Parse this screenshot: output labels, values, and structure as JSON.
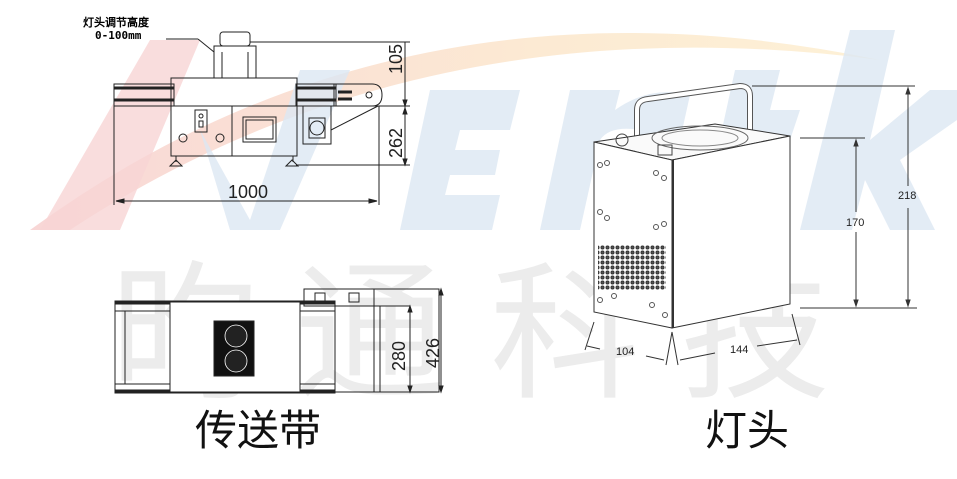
{
  "watermark": {
    "brand": "AVENTK",
    "brand_colors": {
      "red": "#f7d3d3",
      "orange": "#fbe7c8",
      "blue": "#dfeaf5"
    },
    "chinese": [
      "昀",
      "通",
      "科",
      "技"
    ],
    "chinese_color": "#ececec"
  },
  "conveyor_front_view": {
    "callout_line1": "灯头调节高度",
    "callout_line2": "0-100mm",
    "dim_width": "1000",
    "dim_top_height": "105",
    "dim_body_height": "262"
  },
  "conveyor_top_view": {
    "dim_inner_width": "280",
    "dim_outer_width": "426"
  },
  "lamp_head_view": {
    "dim_total_height": "218",
    "dim_body_height": "170",
    "dim_depth": "104",
    "dim_width": "144"
  },
  "labels": {
    "conveyor": "传送带",
    "lamp_head": "灯头"
  }
}
